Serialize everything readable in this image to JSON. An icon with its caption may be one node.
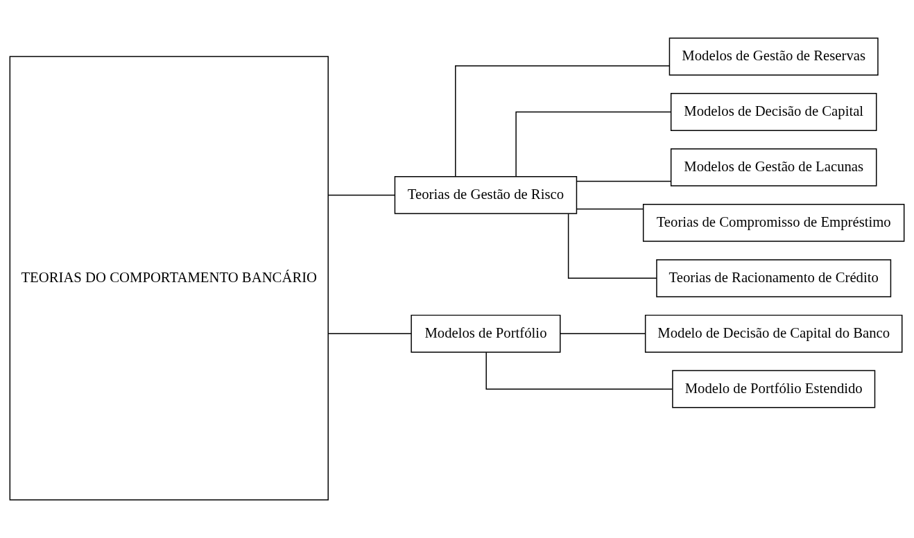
{
  "diagram": {
    "nodes": [
      {
        "text": [
          "TEORIAS DO COMPORTAMENTO BANCÁRIO"
        ]
      },
      {
        "text": [
          "Teorias de Gestão de Risco"
        ]
      },
      {
        "text": [
          "Modelos de Portfólio"
        ]
      },
      {
        "text": [
          "Modelos de Gestão de Reservas"
        ]
      },
      {
        "text": [
          "Modelos de Decisão de Capital"
        ]
      },
      {
        "text": [
          "Modelos de Gestão de Lacunas"
        ]
      },
      {
        "text": [
          "Teorias de Compromisso de Empréstimo"
        ]
      },
      {
        "text": [
          "Teorias de Racionamento de Crédito"
        ]
      },
      {
        "text": [
          "Modelo de Decisão de Capital do Banco"
        ]
      },
      {
        "text": [
          "Modelo de Portfólio Estendido"
        ]
      }
    ],
    "edges": [
      {
        "from": 0,
        "to": 1,
        "arrow": "none"
      },
      {
        "from": 0,
        "to": 2,
        "arrow": "none"
      },
      {
        "from": 1,
        "to": 3,
        "arrow": "none"
      },
      {
        "from": 1,
        "to": 4,
        "arrow": "none"
      },
      {
        "from": 1,
        "to": 5,
        "arrow": "none"
      },
      {
        "from": 1,
        "to": 6,
        "arrow": "none"
      },
      {
        "from": 1,
        "to": 7,
        "arrow": "none"
      },
      {
        "from": 2,
        "to": 8,
        "arrow": "none"
      },
      {
        "from": 2,
        "to": 9,
        "arrow": "none"
      }
    ]
  }
}
